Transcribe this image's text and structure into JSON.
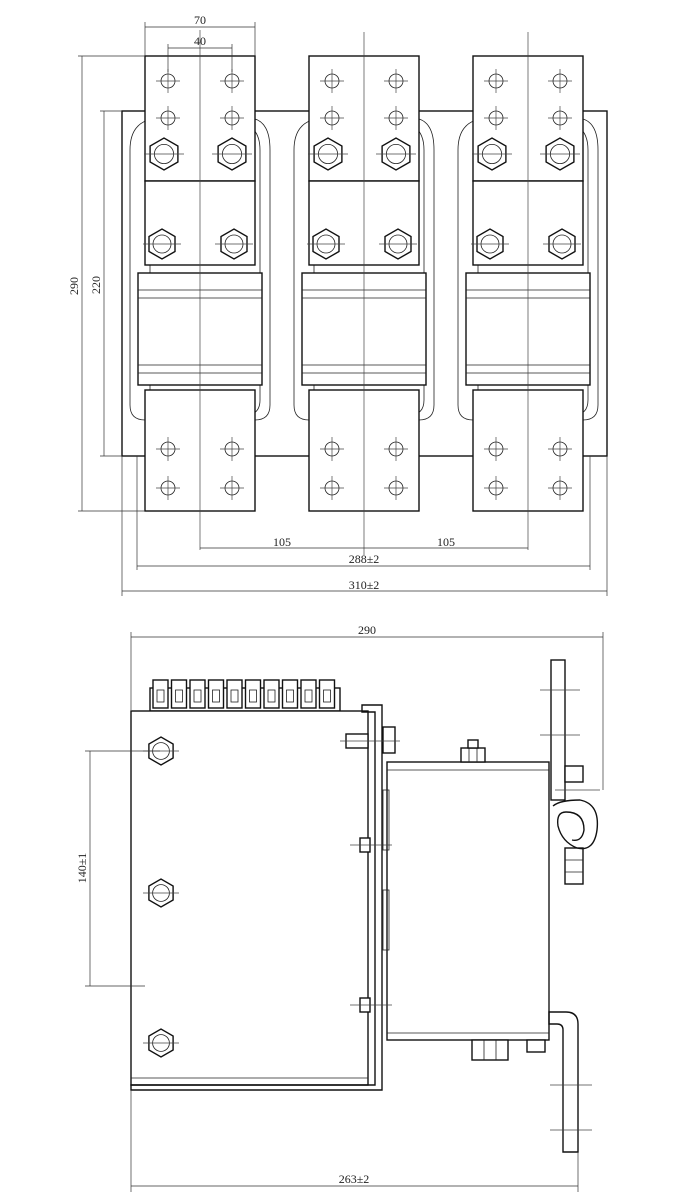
{
  "top_view": {
    "dim_width_top": "70",
    "dim_hole_spacing": "40",
    "dim_height_overall": "290",
    "dim_height_mount": "220",
    "dim_pitch_left": "105",
    "dim_pitch_right": "105",
    "dim_mount_width": "288±2",
    "dim_overall_width": "310±2"
  },
  "side_view": {
    "dim_depth": "290",
    "dim_hole_spacing": "140±1",
    "dim_base_length": "263±2"
  },
  "colors": {
    "line": "#111111",
    "background": "#ffffff"
  }
}
